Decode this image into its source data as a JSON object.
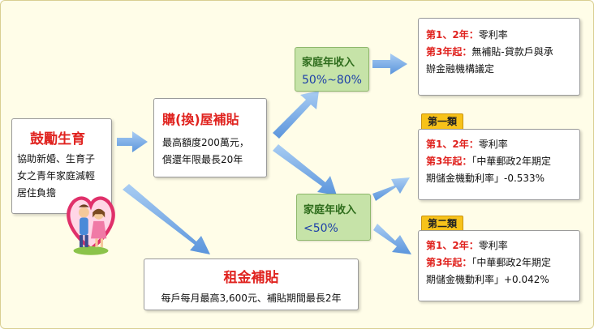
{
  "encourage": {
    "title": "鼓勵生育",
    "line1": "協助新婚、生育子",
    "line2": "女之青年家庭減輕",
    "line3": "居住負擔"
  },
  "purchase": {
    "title": "購(換)屋補貼",
    "line1": "最高額度200萬元，",
    "line2": "償還年限最長20年"
  },
  "rent": {
    "title": "租金補貼",
    "desc": "每戶每月最高3,600元、補貼期間最長2年"
  },
  "income_high": {
    "title": "家庭年收入",
    "value": "50%~80%"
  },
  "income_low": {
    "title": "家庭年收入",
    "value": "<50%"
  },
  "result_high": {
    "l1_label": "第1、2年：",
    "l1_text": "零利率",
    "l2_label": "第3年起：",
    "l2_text": "無補貼-貸款戶與承",
    "l3_text": "辦金融機構議定"
  },
  "category1": {
    "tag": "第一類",
    "l1_label": "第1、2年：",
    "l1_text": "零利率",
    "l2_label": "第3年起：",
    "l2_text": "「中華郵政2年期定",
    "l3_text": "期儲金機動利率」-0.533%"
  },
  "category2": {
    "tag": "第二類",
    "l1_label": "第1、2年：",
    "l1_text": "零利率",
    "l2_label": "第3年起：",
    "l2_text": "「中華郵政2年期定",
    "l3_text": "期儲金機動利率」+0.042%"
  },
  "colors": {
    "title_red": "#e0231f",
    "arrow_blue": "#6fa8e6",
    "green_box": "#c6e3a8",
    "tag_yellow": "#f7c21a",
    "value_blue": "#1c3fa8"
  },
  "icons": [
    "couple-heart-icon"
  ]
}
